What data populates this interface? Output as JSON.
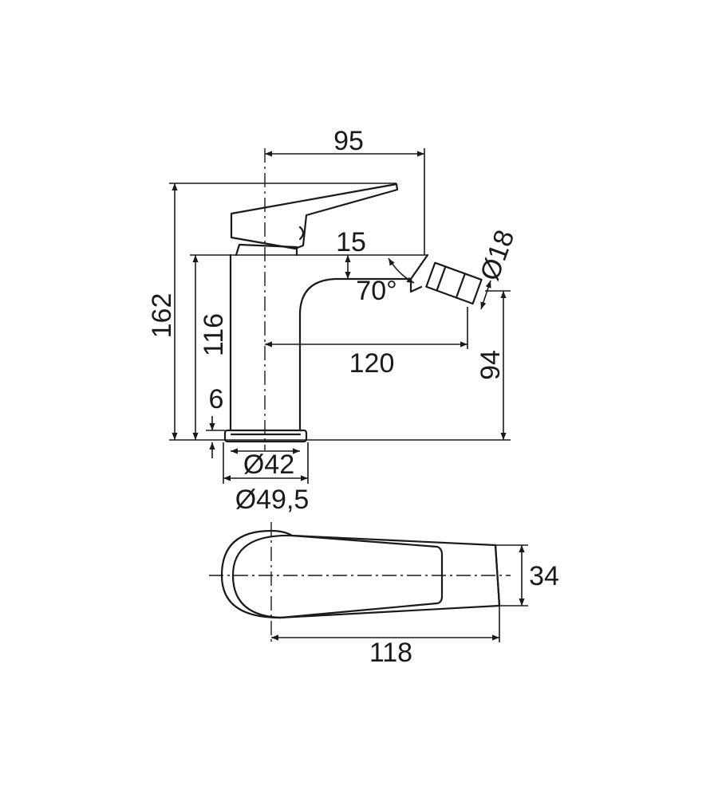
{
  "dimensions": {
    "width_95": "95",
    "height_162": "162",
    "height_116": "116",
    "base_6": "6",
    "drop_15": "15",
    "angle_70": "70°",
    "diameter_18": "Ø18",
    "reach_120": "120",
    "height_94": "94",
    "diameter_42": "Ø42",
    "diameter_49_5": "Ø49,5",
    "top_width_34": "34",
    "top_length_118": "118"
  },
  "colors": {
    "line": "#1a1a1a",
    "background": "#ffffff"
  }
}
